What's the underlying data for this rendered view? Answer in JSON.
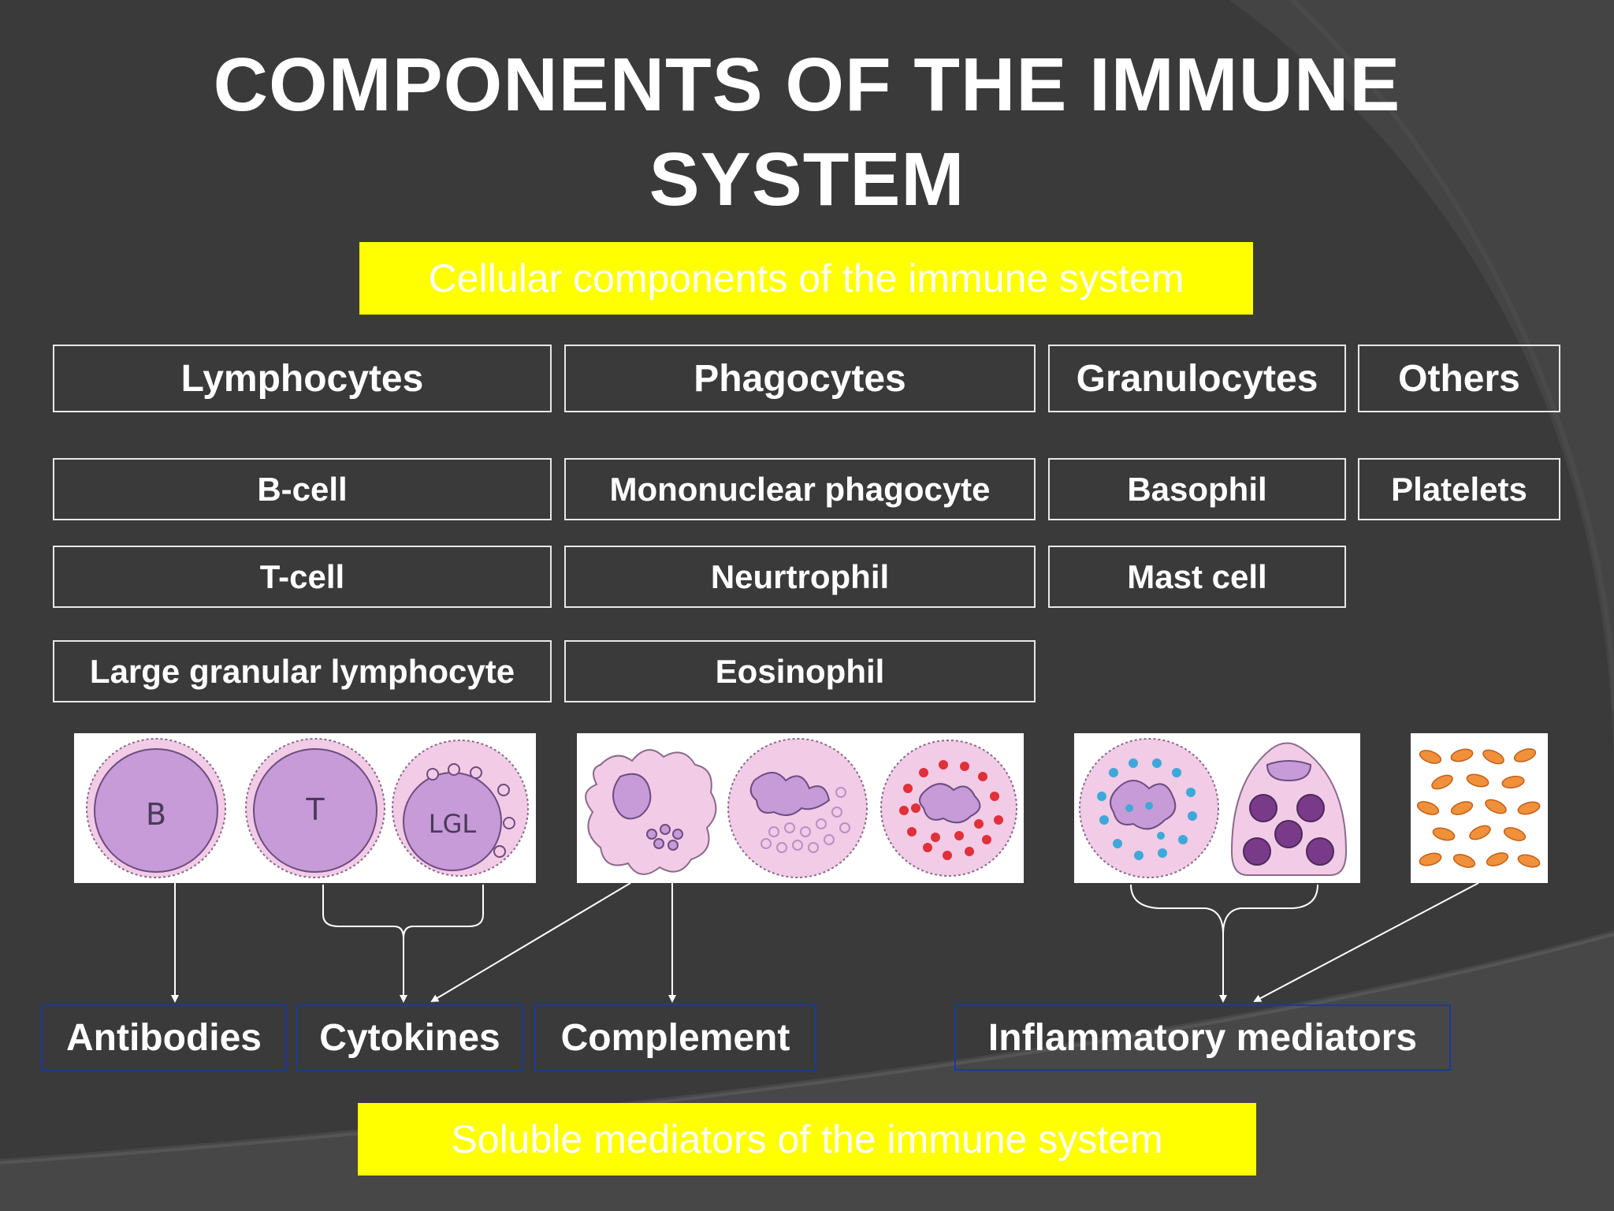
{
  "title": {
    "line1": "COMPONENTS OF THE IMMUNE",
    "line2": "SYSTEM"
  },
  "banners": {
    "cellular": "Cellular components of the immune system",
    "soluble": "Soluble mediators of the immune system"
  },
  "colors": {
    "background": "#3a3a3a",
    "banner": "#ffff00",
    "mediator_border": "#1a3a9c",
    "cell_pink": "#f0c4e4",
    "cell_purple": "#c79ad8"
  },
  "categories": [
    {
      "label": "Lymphocytes",
      "items": [
        "B-cell",
        "T-cell",
        "Large granular lymphocyte"
      ]
    },
    {
      "label": "Phagocytes",
      "items": [
        "Mononuclear phagocyte",
        "Neurtrophil",
        "Eosinophil"
      ]
    },
    {
      "label": "Granulocytes",
      "items": [
        "Basophil",
        "Mast cell"
      ]
    },
    {
      "label": "Others",
      "items": [
        "Platelets"
      ]
    }
  ],
  "cell_labels": {
    "b": "B",
    "t": "T",
    "lgl": "LGL"
  },
  "mediators": [
    "Antibodies",
    "Cytokines",
    "Complement",
    "Inflammatory mediators"
  ]
}
